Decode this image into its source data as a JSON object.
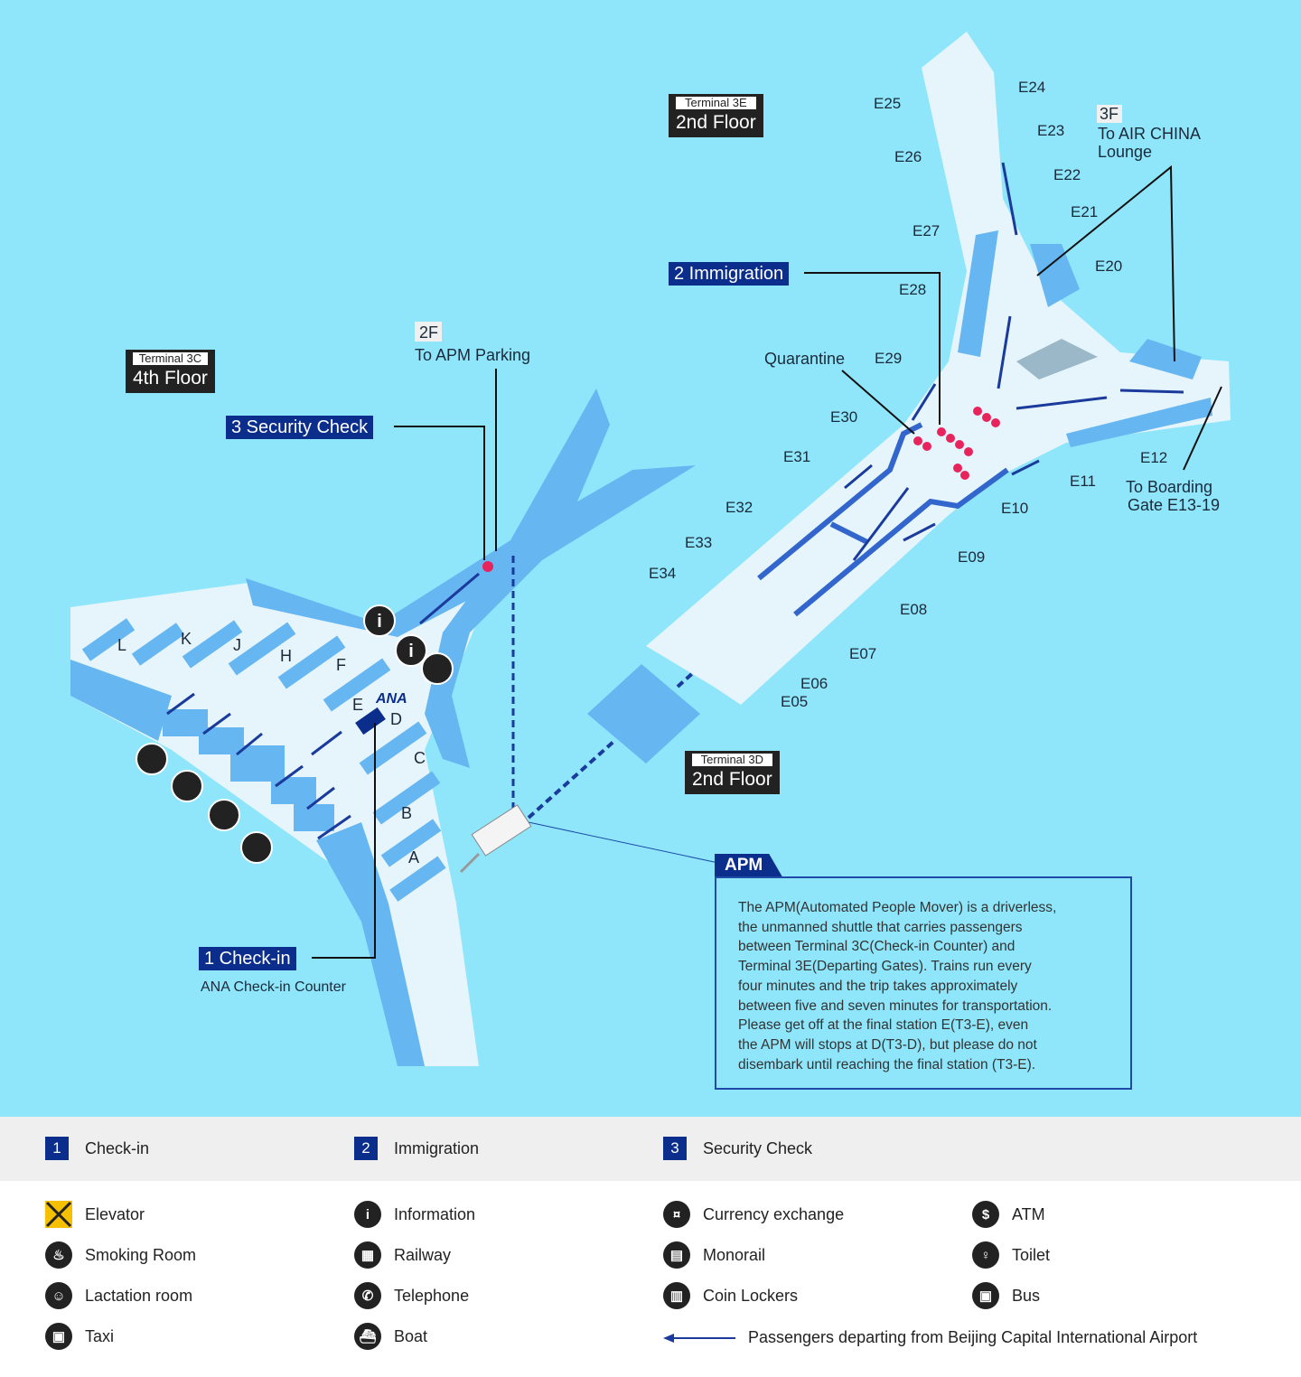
{
  "floors": {
    "t3e": {
      "terminal": "Terminal 3E",
      "floor": "2nd Floor"
    },
    "t3c": {
      "terminal": "Terminal 3C",
      "floor": "4th Floor"
    },
    "t3d": {
      "terminal": "Terminal 3D",
      "floor": "2nd Floor"
    }
  },
  "steps": {
    "checkin": "1 Check-in",
    "checkin_sub": "ANA Check-in Counter",
    "immigration": "2 Immigration",
    "security": "3 Security Check"
  },
  "labels": {
    "apm_parking_floor": "2F",
    "apm_parking": "To APM Parking",
    "air_china_floor": "3F",
    "air_china_1": "To AIR CHINA",
    "air_china_2": "Lounge",
    "boarding_1": "To Boarding",
    "boarding_2": "Gate E13-19",
    "quarantine": "Quarantine",
    "ana": "ANA"
  },
  "gates": [
    "E05",
    "E06",
    "E07",
    "E08",
    "E09",
    "E10",
    "E11",
    "E12",
    "E20",
    "E21",
    "E22",
    "E23",
    "E24",
    "E25",
    "E26",
    "E27",
    "E28",
    "E29",
    "E30",
    "E31",
    "E32",
    "E33",
    "E34"
  ],
  "counters": [
    "A",
    "B",
    "C",
    "D",
    "E",
    "F",
    "H",
    "J",
    "K",
    "L"
  ],
  "apm": {
    "title": "APM",
    "lines": [
      "The APM(Automated People Mover) is a driverless,",
      "the unmanned shuttle that carries passengers",
      "between Terminal 3C(Check-in Counter) and",
      "Terminal 3E(Departing Gates). Trains run every",
      "four minutes and the trip takes approximately",
      "between five and seven minutes for transportation.",
      "Please get off at the final station E(T3-E), even",
      "the APM will stops at D(T3-D), but please do not",
      "disembark until reaching the final station (T3-E)."
    ]
  },
  "legend": {
    "steps": [
      {
        "n": "1",
        "label": "Check-in"
      },
      {
        "n": "2",
        "label": "Immigration"
      },
      {
        "n": "3",
        "label": "Security Check"
      }
    ],
    "icons": [
      {
        "icon": "elevator",
        "label": "Elevator"
      },
      {
        "icon": "information",
        "label": "Information"
      },
      {
        "icon": "currency-exchange",
        "label": "Currency exchange"
      },
      {
        "icon": "atm",
        "label": "ATM"
      },
      {
        "icon": "smoking-room",
        "label": "Smoking Room"
      },
      {
        "icon": "railway",
        "label": "Railway"
      },
      {
        "icon": "monorail",
        "label": "Monorail"
      },
      {
        "icon": "toilet",
        "label": "Toilet"
      },
      {
        "icon": "lactation-room",
        "label": "Lactation room"
      },
      {
        "icon": "telephone",
        "label": "Telephone"
      },
      {
        "icon": "coin-lockers",
        "label": "Coin Lockers"
      },
      {
        "icon": "bus",
        "label": "Bus"
      },
      {
        "icon": "taxi",
        "label": "Taxi"
      },
      {
        "icon": "boat",
        "label": "Boat"
      }
    ],
    "route": "Passengers departing from Beijing Capital International Airport"
  },
  "colors": {
    "water": "#8fe6fb",
    "floor": "#e6f5fc",
    "structure": "#66b6f2",
    "step": "#0b2d8c",
    "route": "#1a3a9c",
    "counter_red": "#e8245c"
  }
}
